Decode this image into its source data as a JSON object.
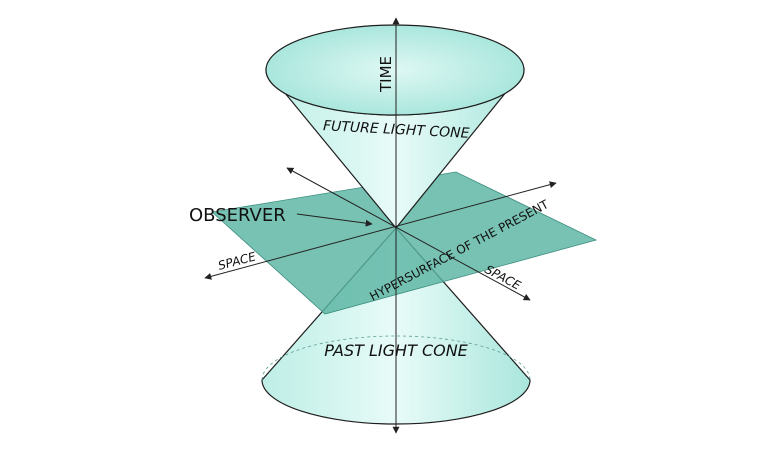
{
  "labels": {
    "time": "TIME",
    "observer": "OBSERVER",
    "future_cone": "FUTURE LIGHT CONE",
    "past_cone": "PAST LIGHT CONE",
    "hypersurface": "HYPERSURFACE OF THE PRESENT",
    "space_left": "SPACE",
    "space_right": "SPACE"
  },
  "colors": {
    "cone_fill": "#c7f1ea",
    "cone_edge": "#1e1e1e",
    "plane_fill": "#5ab4a2",
    "axis": "#222222",
    "background": "#ffffff"
  }
}
